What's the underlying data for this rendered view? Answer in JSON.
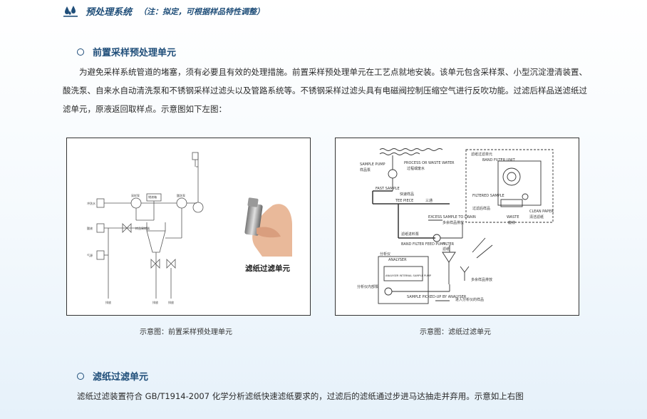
{
  "header": {
    "title": "预处理系统",
    "note": "（注：拟定，可根据样品特性调整）",
    "logo_icon": "water-drops-icon"
  },
  "section1": {
    "title": "前置采样预处理单元",
    "paragraph": "为避免采样系统管道的堵塞，须有必要且有效的处理措施。前置采样预处理单元在工艺点就地安装。该单元包含采样泵、小型沉淀澄清装置、酸洗泵、自来水自动清洗泵和不锈钢采样过滤头以及管路系统等。不锈钢采样过滤头具有电磁阀控制压缩空气进行反吹功能。过滤后样品送滤纸过滤单元，原液返回取样点。示意图如下左图："
  },
  "figure_left": {
    "filter_label": "滤纸过滤单元",
    "caption": "示意图：前置采样预处理单元"
  },
  "figure_right": {
    "caption": "示意图：滤纸过滤单元",
    "band_filter_unit": "滤纸过滤单元",
    "band_filter_unit_en": "BAND FILTER UNIT",
    "analyser": "分析仪",
    "analyser_en": "ANALYSER",
    "sample_pump": "SAMPLE PUMP",
    "sample_pump_cn": "样品泵",
    "process_waste": "PROCESS OR WASTE WATER",
    "process_waste_cn": "过程或废水",
    "fast_sample": "FAST SAMPLE",
    "fast_sample_cn": "快速样品",
    "tee_piece": "TEE PIECE",
    "tee_piece_cn": "三通",
    "excess_sample": "EXCESS SAMPLE TO DRAIN",
    "excess_sample_cn": "多余样品排放",
    "band_filter_feed": "BAND FILTER FEED PUMP",
    "band_filter_feed_cn": "滤纸进料泵",
    "filter_paper": "FILTER",
    "filter_paper_cn": "滤纸",
    "internal_pump": "ANALYSER INTERNAL SAMPLE PUMP",
    "internal_pump_cn": "分析仪内部泵",
    "sample_picked": "SAMPLE PICKED-UP BY ANALYSER",
    "sample_picked_cn": "进入分析仪的样品",
    "excess_drain_cn": "多余样品排放",
    "waste": "WASTE",
    "waste_cn": "废液",
    "clean_paper": "CLEAN PAPER",
    "clean_paper_cn": "清洁滤纸",
    "filtered_sample": "FILTERED SAMPLE",
    "filtered_cn": "过滤后样品"
  },
  "section2": {
    "title": "滤纸过滤单元",
    "paragraph": "滤纸过滤装置符合 GB/T1914-2007 化学分析滤纸快速滤纸要求的，过滤后的滤纸通过步进马达抽走并弃用。示意如上右图"
  }
}
